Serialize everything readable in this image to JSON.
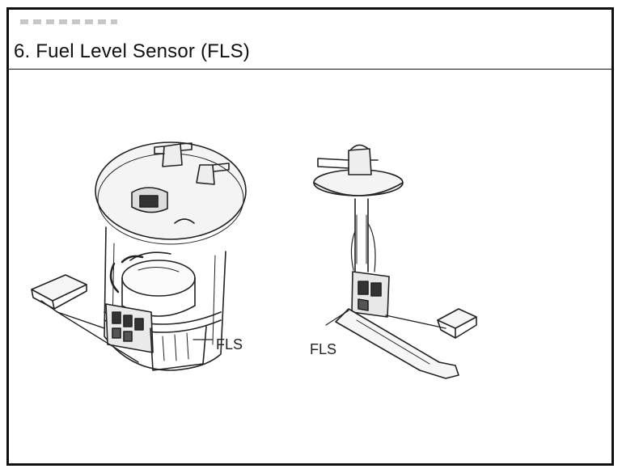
{
  "section": {
    "title": "6. Fuel Level Sensor (FLS)"
  },
  "diagram": {
    "left_callout": "FLS",
    "right_callout": "FLS"
  }
}
